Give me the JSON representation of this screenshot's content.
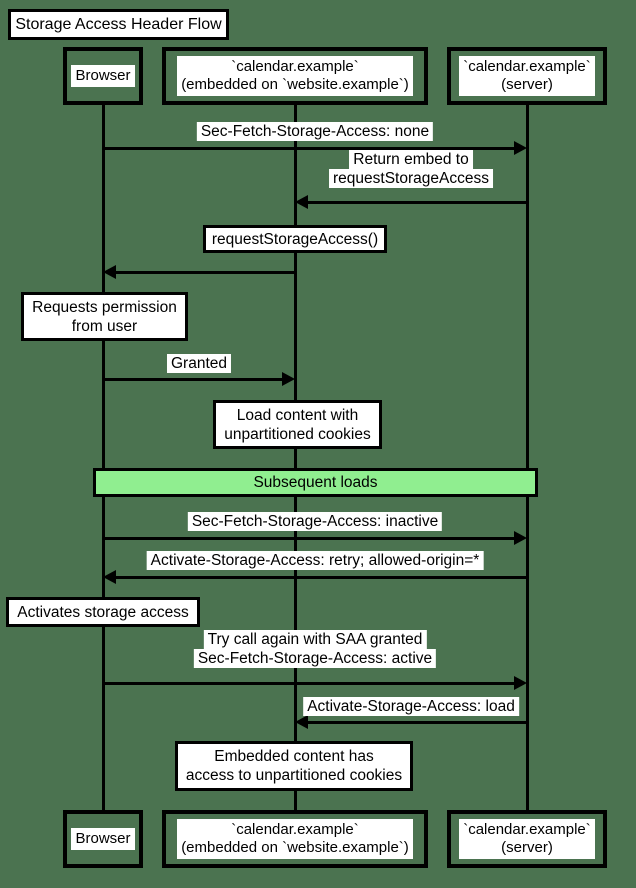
{
  "colors": {
    "background": "#4b7350",
    "section_band": "#90ee90",
    "line": "#000000",
    "box_fill": "#ffffff"
  },
  "title": "Storage Access Header Flow",
  "participants": {
    "browser": {
      "lines": [
        "Browser"
      ]
    },
    "embed": {
      "lines": [
        "`calendar.example`",
        "(embedded on `website.example`)"
      ]
    },
    "server": {
      "lines": [
        "`calendar.example`",
        "(server)"
      ]
    }
  },
  "messages": {
    "m1": {
      "lines": [
        "Sec-Fetch-Storage-Access: none"
      ]
    },
    "m2": {
      "lines": [
        "Return embed to",
        "requestStorageAccess"
      ]
    },
    "m3": {
      "lines": [
        "Granted"
      ]
    },
    "m4": {
      "lines": [
        "Sec-Fetch-Storage-Access: inactive"
      ]
    },
    "m5": {
      "lines": [
        "Activate-Storage-Access: retry; allowed-origin=*"
      ]
    },
    "m6": {
      "lines": [
        "Try call again with SAA granted",
        "Sec-Fetch-Storage-Access: active"
      ]
    },
    "m7": {
      "lines": [
        "Activate-Storage-Access: load"
      ]
    }
  },
  "notes": {
    "request_storage_access": {
      "lines": [
        "requestStorageAccess()"
      ]
    },
    "requests_permission": {
      "lines": [
        "Requests permission",
        "from user"
      ]
    },
    "load_content": {
      "lines": [
        "Load content with",
        "unpartitioned cookies"
      ]
    },
    "activates_storage": {
      "lines": [
        "Activates storage access"
      ]
    },
    "embedded_access": {
      "lines": [
        "Embedded content has",
        "access to unpartitioned cookies"
      ]
    }
  },
  "section": {
    "label": "Subsequent loads"
  }
}
